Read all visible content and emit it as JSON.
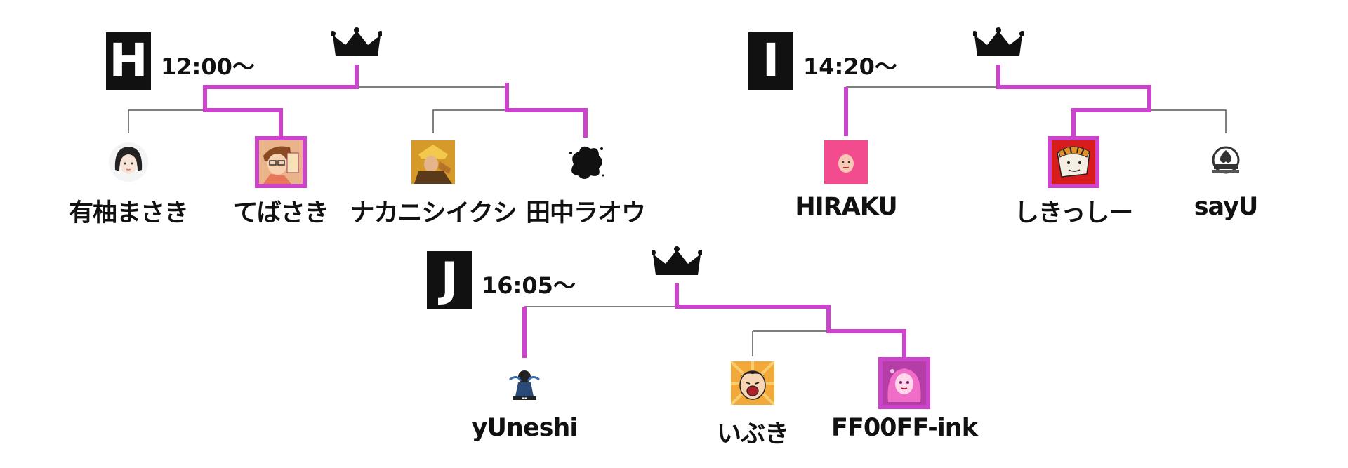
{
  "colors": {
    "winner_line": "#cc44cc",
    "loser_line": "#555555",
    "box": "#111111"
  },
  "groups": [
    {
      "letter": "H",
      "time": "12:00〜",
      "players": [
        {
          "name": "有柚まさき",
          "icon": "girl-avatar-icon",
          "winner": false
        },
        {
          "name": "てばさき",
          "icon": "manga-character-avatar-icon",
          "winner": true
        },
        {
          "name": "ナカニシイクシ",
          "icon": "warrior-avatar-icon",
          "winner": false
        },
        {
          "name": "田中ラオウ",
          "icon": "ink-splash-avatar-icon",
          "winner": false
        }
      ]
    },
    {
      "letter": "I",
      "time": "14:20〜",
      "players": [
        {
          "name": "HIRAKU",
          "icon": "pink-face-avatar-icon",
          "winner": false
        },
        {
          "name": "しきっしー",
          "icon": "tiger-avatar-icon",
          "winner": true
        },
        {
          "name": "sayU",
          "icon": "spade-emblem-avatar-icon",
          "winner": false
        }
      ]
    },
    {
      "letter": "J",
      "time": "16:05〜",
      "players": [
        {
          "name": "yUneshi",
          "icon": "ninja-avatar-icon",
          "winner": false
        },
        {
          "name": "いぶき",
          "icon": "shouting-boy-avatar-icon",
          "winner": false
        },
        {
          "name": "FF00FF-ink",
          "icon": "pink-girl-avatar-icon",
          "winner": true
        }
      ]
    }
  ]
}
